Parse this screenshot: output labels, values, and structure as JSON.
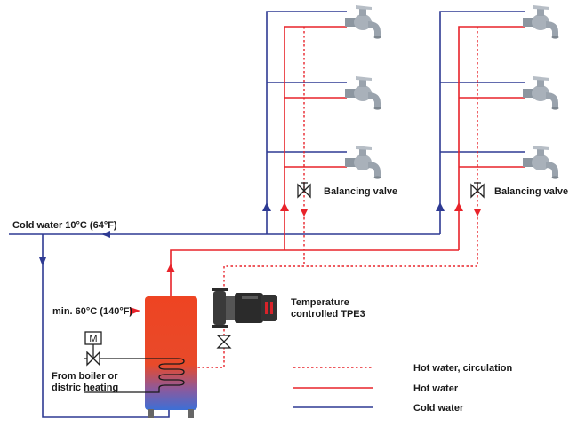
{
  "labels": {
    "cold_water_inlet": "Cold water 10°C (64°F)",
    "min_temp": "min. 60°C (140°F)",
    "balancing_valve_1": "Balancing valve",
    "balancing_valve_2": "Balancing valve",
    "pump_line1": "Temperature",
    "pump_line2": "controlled TPE3",
    "boiler_line1": "From boiler or",
    "boiler_line2": "distric heating",
    "motor_valve_letter": "M"
  },
  "legend": {
    "items": [
      {
        "label": "Hot water, circulation",
        "style": "dotted",
        "color": "#e8232a"
      },
      {
        "label": "Hot water",
        "style": "solid",
        "color": "#e8232a"
      },
      {
        "label": "Cold water",
        "style": "solid",
        "color": "#2e3a93"
      }
    ]
  },
  "colors": {
    "hot": "#e8232a",
    "cold": "#2e3a93",
    "tank_top": "#ee4422",
    "tank_bottom": "#3c6fd6",
    "tap": "#9aa3ad",
    "pump_body": "#2b2b2b",
    "pump_accent": "#d8232a"
  },
  "icons": [
    "tap-icon",
    "balancing-valve-icon",
    "circulator-pump-icon",
    "motor-valve-icon",
    "water-heater-tank-icon",
    "heat-exchanger-coil-icon"
  ]
}
